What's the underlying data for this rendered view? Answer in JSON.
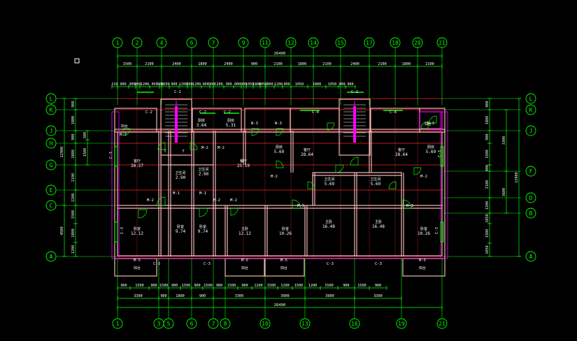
{
  "cursor_marker": "small-square-cursor",
  "colors": {
    "background": "#000000",
    "wall": "#f0b4b4",
    "axis": "#ff2020",
    "dimension": "#00ff00",
    "magenta": "#ff00ff",
    "white": "#ffffff",
    "door": "#00ff00",
    "cyan": "#00e5ff",
    "yellow": "#ffff00"
  },
  "top_axes": [
    "1",
    "2",
    "4",
    "6",
    "7",
    "9",
    "11",
    "12",
    "14",
    "15",
    "17",
    "18",
    "20",
    "21"
  ],
  "bottom_axes": [
    "1",
    "3",
    "5",
    "6",
    "7",
    "8",
    "10",
    "13",
    "16",
    "19",
    "21"
  ],
  "left_axes": [
    "L",
    "K",
    "J",
    "H",
    "G",
    "E",
    "C",
    "A"
  ],
  "right_axes": [
    "L",
    "K",
    "J",
    "F",
    "D",
    "B",
    "A"
  ],
  "top_overall": "26400",
  "bottom_overall": "26400",
  "top_row1": [
    "1500",
    "2100",
    "2400",
    "1800",
    "2400",
    "900",
    "2100",
    "1800",
    "2100",
    "2400",
    "2100",
    "1800",
    "2100"
  ],
  "top_row2": [
    "210",
    "900",
    "300",
    "900",
    "1200",
    "450",
    "900",
    "1200",
    "900",
    "1200",
    "300",
    "1200",
    "900",
    "300",
    "1200",
    "300",
    "900",
    "900",
    "1050",
    "1800",
    "1050",
    "900",
    "1200",
    "900",
    "1050",
    "1800",
    "1050",
    "900",
    "900"
  ],
  "bottom_row1": [
    "900",
    "1500",
    "900",
    "1500",
    "900",
    "1500",
    "900",
    "1500",
    "900",
    "1500",
    "900",
    "1200",
    "1500",
    "1200",
    "1500",
    "1200",
    "1500",
    "900",
    "1500",
    "900"
  ],
  "bottom_row2": [
    "3300",
    "900",
    "1800",
    "900",
    "3300",
    "3900",
    "3900",
    "3300"
  ],
  "left_dims_outer": [
    "12900",
    "4500"
  ],
  "left_dims_inner": [
    "900",
    "1800",
    "900",
    "1800",
    "2100",
    "1200",
    "1500",
    "1800",
    "1200"
  ],
  "left_dims_extra": [
    "300",
    "1500"
  ],
  "right_dims_inner": [
    "900",
    "1800",
    "900",
    "1500",
    "900",
    "2100",
    "1200",
    "1050",
    "1500",
    "1050"
  ],
  "right_dims_outer": [
    "3300",
    "3600",
    "12900"
  ],
  "rooms": [
    {
      "label": "卧室",
      "area": "12.12"
    },
    {
      "label": "卧室",
      "area": "9.74"
    },
    {
      "label": "卧室",
      "area": "9.74"
    },
    {
      "label": "主卧",
      "area": "12.12"
    },
    {
      "label": "卧室",
      "area": "10.26"
    },
    {
      "label": "主卧",
      "area": "16.48"
    },
    {
      "label": "主卧",
      "area": "16.48"
    },
    {
      "label": "卧室",
      "area": "10.26"
    },
    {
      "label": "客厅",
      "area": "28.27"
    },
    {
      "label": "客厅",
      "area": "28.64"
    },
    {
      "label": "客厅",
      "area": "28.64"
    },
    {
      "label": "餐厅",
      "area": "25.19"
    },
    {
      "label": "卫生间",
      "area": "2.90"
    },
    {
      "label": "卫生间",
      "area": "2.90"
    },
    {
      "label": "厨房",
      "area": "3.64"
    },
    {
      "label": "厨房",
      "area": "5.31"
    },
    {
      "label": "厨房",
      "area": "5.69"
    },
    {
      "label": "卫生间",
      "area": "5.69"
    },
    {
      "label": "卫生间",
      "area": "5.69"
    },
    {
      "label": "厨房",
      "area": "5.69"
    }
  ],
  "labels": {
    "window_c2": "C-2",
    "window_c3": "C-3",
    "window_c4": "C-4",
    "door_m2": "M-2",
    "door_m3": "M-3",
    "door_m5": "M-5",
    "door_m1": "M-1",
    "door_n3": "N-3",
    "balcony": "阳台",
    "stair": "T"
  }
}
